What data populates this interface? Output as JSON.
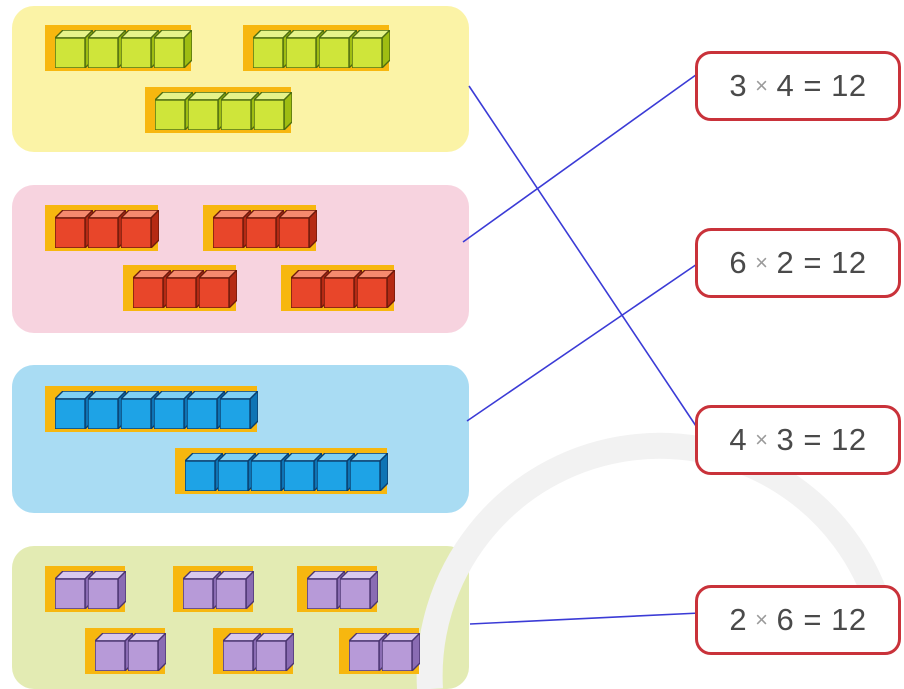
{
  "colors": {
    "yellow_panel": "#fbf3a6",
    "pink_panel": "#f7d3df",
    "blue_panel": "#a9dcf3",
    "olive_panel": "#e3ebb3",
    "group_bg": "#f7b70f",
    "box_border": "#c9323a",
    "line": "#3b3bd6"
  },
  "panels": [
    {
      "name": "yellow",
      "cube_color": "green",
      "groups": [
        {
          "cubes": 4
        },
        {
          "cubes": 4
        },
        {
          "cubes": 4
        }
      ]
    },
    {
      "name": "pink",
      "cube_color": "red",
      "groups": [
        {
          "cubes": 3
        },
        {
          "cubes": 3
        },
        {
          "cubes": 3
        },
        {
          "cubes": 3
        }
      ]
    },
    {
      "name": "blue",
      "cube_color": "blue",
      "groups": [
        {
          "cubes": 6
        },
        {
          "cubes": 6
        }
      ]
    },
    {
      "name": "olive",
      "cube_color": "purple",
      "groups": [
        {
          "cubes": 2
        },
        {
          "cubes": 2
        },
        {
          "cubes": 2
        },
        {
          "cubes": 2
        },
        {
          "cubes": 2
        },
        {
          "cubes": 2
        }
      ]
    }
  ],
  "equations": [
    {
      "a": "3",
      "op": "×",
      "b": "4",
      "rest": "= 12"
    },
    {
      "a": "6",
      "op": "×",
      "b": "2",
      "rest": "= 12"
    },
    {
      "a": "4",
      "op": "×",
      "b": "3",
      "rest": "= 12"
    },
    {
      "a": "2",
      "op": "×",
      "b": "6",
      "rest": "= 12"
    }
  ],
  "matches": [
    {
      "panel": 0,
      "equation": 2
    },
    {
      "panel": 1,
      "equation": 0
    },
    {
      "panel": 2,
      "equation": 1
    },
    {
      "panel": 3,
      "equation": 3
    }
  ],
  "cube_palette": {
    "green": {
      "front": "#cfe53a",
      "top": "#e6f38a",
      "side": "#9fbd12",
      "edge": "#4d6d10"
    },
    "red": {
      "front": "#e8462a",
      "top": "#f58a6e",
      "side": "#b52a14",
      "edge": "#6e1a0c"
    },
    "blue": {
      "front": "#1ea3e6",
      "top": "#7fd0f5",
      "side": "#0d74b5",
      "edge": "#0b3f6e"
    },
    "purple": {
      "front": "#b79ad8",
      "top": "#d9c8ee",
      "side": "#8a6cb3",
      "edge": "#4a3470"
    }
  }
}
